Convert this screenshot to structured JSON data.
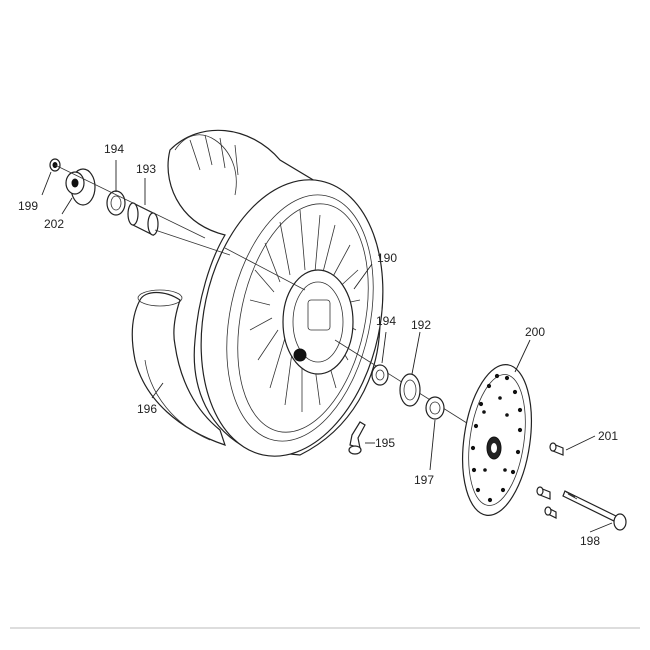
{
  "diagram": {
    "labels": {
      "p199": "199",
      "p202": "202",
      "p194a": "194",
      "p193": "193",
      "p196": "196",
      "p190": "190",
      "p194b": "194",
      "p192": "192",
      "p200": "200",
      "p195": "195",
      "p197": "197",
      "p201": "201",
      "p198": "198"
    }
  }
}
